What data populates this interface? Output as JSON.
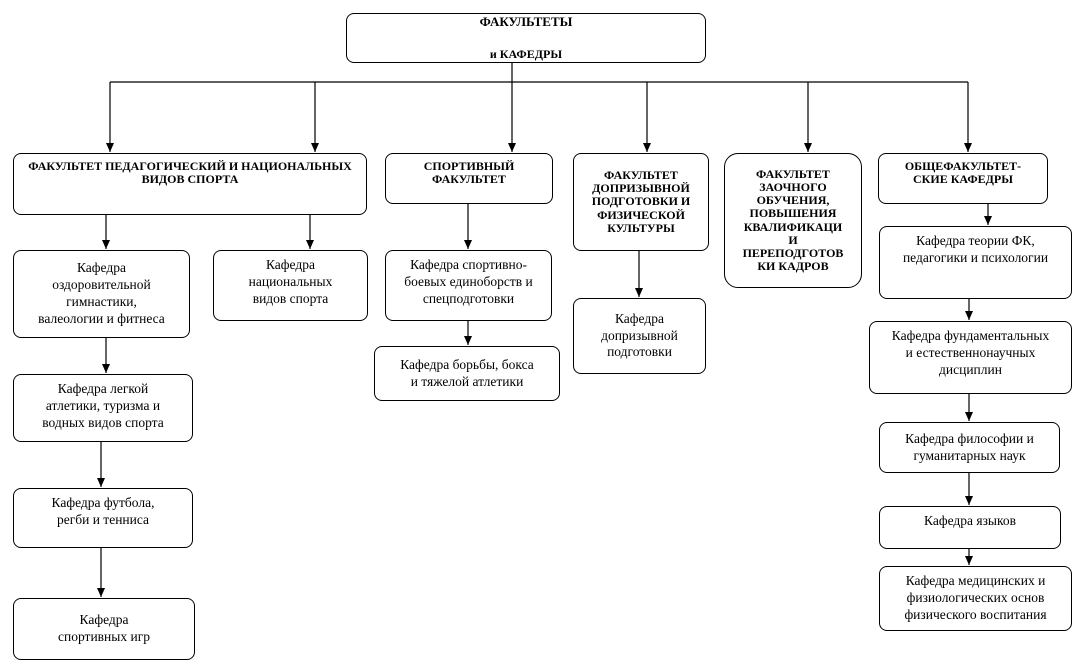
{
  "diagram": {
    "root": {
      "title": "ФАКУЛЬТЕТЫ",
      "subtitle": "и КАФЕДРЫ"
    },
    "faculties": [
      {
        "label": "ФАКУЛЬТЕТ ПЕДАГОГИЧЕСКИЙ И НАЦИОНАЛЬНЫХ\nВИДОВ СПОРТА",
        "departments": [
          "Кафедра\nоздоровительной\nгимнастики,\nвалеологии  и фитнеса",
          "Кафедра легкой\nатлетики,  туризма и\nводных видов спорта",
          "Кафедра футбола,\nрегби и тенниса",
          "Кафедра\nспортивных игр",
          "Кафедра\nнациональных\nвидов спорта"
        ]
      },
      {
        "label": "СПОРТИВНЫЙ\nФАКУЛЬТЕТ",
        "departments": [
          "Кафедра спортивно-\nбоевых единоборств и\nспецподготовки",
          "Кафедра борьбы, бокса\nи тяжелой атлетики"
        ]
      },
      {
        "label": "ФАКУЛЬТЕТ\nДОПРИЗЫВНОЙ\nПОДГОТОВКИ И\nФИЗИЧЕСКОЙ\nКУЛЬТУРЫ",
        "departments": [
          "Кафедра\nдопризывной\nподготовки"
        ]
      },
      {
        "label": "ФАКУЛЬТЕТ\nЗАОЧНОГО\nОБУЧЕНИЯ,\nПОВЫШЕНИЯ\nКВАЛИФИКАЦИ\nИ\nПЕРЕПОДГОТОВ\nКИ КАДРОВ",
        "departments": []
      },
      {
        "label": "ОБЩЕФАКУЛЬТЕТ-\nСКИЕ КАФЕДРЫ",
        "departments": [
          "Кафедра теории ФК,\nпедагогики и психологии",
          "Кафедра фундаментальных\nи естественнонаучных\nдисциплин",
          "Кафедра философии и\nгуманитарных наук",
          "Кафедра языков",
          "Кафедра медицинских и\nфизиологических основ\nфизического воспитания"
        ]
      }
    ]
  }
}
